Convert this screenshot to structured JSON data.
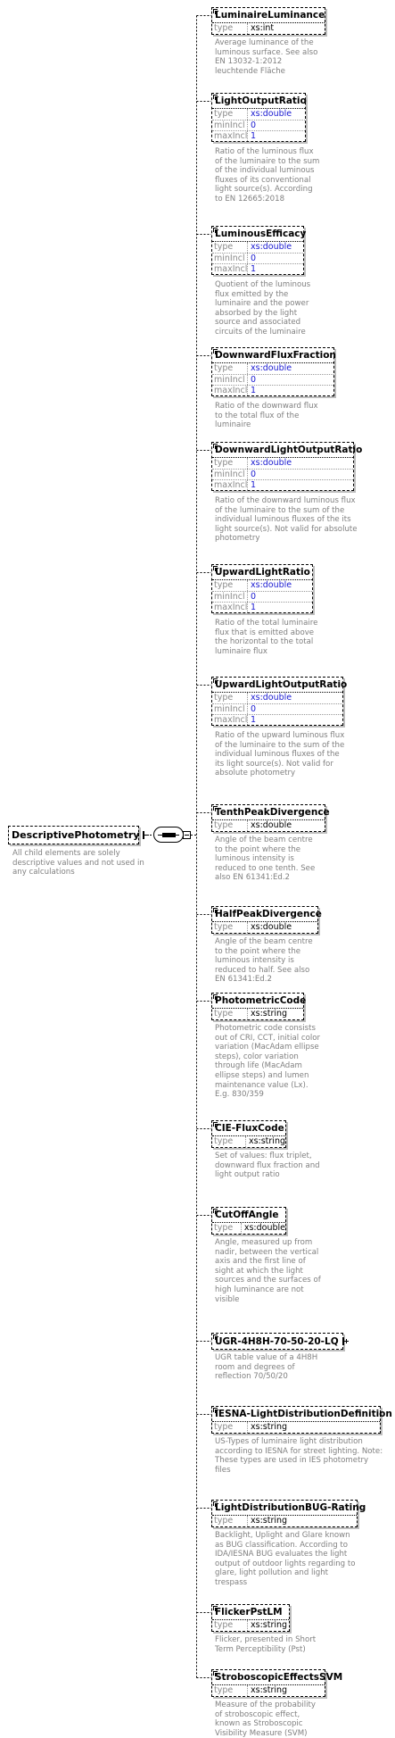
{
  "root": {
    "name": "DescriptivePhotometry",
    "description": "All child elements are solely descriptive values and not used in any calculations"
  },
  "prop_labels": {
    "type": "type",
    "min": "minIncl",
    "max": "maxIncl"
  },
  "elements": [
    {
      "name": "LuminaireLuminance",
      "props": [
        [
          "type",
          "xs:int"
        ]
      ],
      "blue": false,
      "expander": null,
      "description": "Average luminance of the luminous surface. See also EN 13032-1:2012 leuchtende Fläche"
    },
    {
      "name": "LightOutputRatio",
      "props": [
        [
          "type",
          "xs:double"
        ],
        [
          "min",
          "0"
        ],
        [
          "max",
          "1"
        ]
      ],
      "blue": true,
      "expander": null,
      "description": "Ratio of the luminous flux of the luminaire to the sum of the individual luminous fluxes of its conventional light source(s). According to EN 12665:2018"
    },
    {
      "name": "LuminousEfficacy",
      "props": [
        [
          "type",
          "xs:double"
        ],
        [
          "min",
          "0"
        ],
        [
          "max",
          "1"
        ]
      ],
      "blue": true,
      "expander": null,
      "description": "Quotient of the luminous flux emitted by the luminaire and the power absorbed by the light source and associated circuits of the luminaire"
    },
    {
      "name": "DownwardFluxFraction",
      "props": [
        [
          "type",
          "xs:double"
        ],
        [
          "min",
          "0"
        ],
        [
          "max",
          "1"
        ]
      ],
      "blue": true,
      "expander": null,
      "description": "Ratio of the downward flux to the total flux of the luminaire"
    },
    {
      "name": "DownwardLightOutputRatio",
      "props": [
        [
          "type",
          "xs:double"
        ],
        [
          "min",
          "0"
        ],
        [
          "max",
          "1"
        ]
      ],
      "blue": true,
      "expander": null,
      "description": "Ratio of the downward luminous flux of the luminaire to the sum of the individual luminous fluxes of the its light source(s). Not valid for absolute photometry"
    },
    {
      "name": "UpwardLightRatio",
      "props": [
        [
          "type",
          "xs:double"
        ],
        [
          "min",
          "0"
        ],
        [
          "max",
          "1"
        ]
      ],
      "blue": true,
      "expander": null,
      "description": "Ratio of the total luminaire flux that is emitted above the horizontal to the total luminaire flux"
    },
    {
      "name": "UpwardLightOutputRatio",
      "props": [
        [
          "type",
          "xs:double"
        ],
        [
          "min",
          "0"
        ],
        [
          "max",
          "1"
        ]
      ],
      "blue": true,
      "expander": null,
      "description": "Ratio of the upward luminous flux of the luminaire to the sum of the individual luminous fluxes of the its light source(s). Not valid for absolute photometry"
    },
    {
      "name": "TenthPeakDivergence",
      "props": [
        [
          "type",
          "xs:double"
        ]
      ],
      "blue": false,
      "expander": null,
      "description": "Angle of the beam centre to the point where the luminous intensity is reduced to one tenth. See also EN 61341:Ed.2"
    },
    {
      "name": "HalfPeakDivergence",
      "props": [
        [
          "type",
          "xs:double"
        ]
      ],
      "blue": false,
      "expander": null,
      "description": "Angle of the beam centre to the point where the luminous intensity is reduced to half. See also EN 61341:Ed.2"
    },
    {
      "name": "PhotometricCode",
      "props": [
        [
          "type",
          "xs:string"
        ]
      ],
      "blue": false,
      "expander": null,
      "description": "Photometric code consists out of CRI, CCT, initial color variation (MacAdam ellipse steps), color variation through life (MacAdam ellipse steps) and lumen maintenance value (Lx). E.g. 830/359"
    },
    {
      "name": "CIE-FluxCode",
      "props": [
        [
          "type",
          "xs:string"
        ]
      ],
      "blue": false,
      "expander": null,
      "description": "Set of values: flux triplet, downward flux fraction and light output ratio"
    },
    {
      "name": "CutOffAngle",
      "props": [
        [
          "type",
          "xs:double"
        ]
      ],
      "blue": false,
      "expander": null,
      "description": "Angle, measured up from nadir, between the vertical axis and the first line of sight at which the light sources and the surfaces of high luminance are not visible"
    },
    {
      "name": "UGR-4H8H-70-50-20-LQ",
      "props": [],
      "blue": false,
      "expander": "plus",
      "description": "UGR table value of a 4H8H room and degrees of reflection 70/50/20"
    },
    {
      "name": "IESNA-LightDistributionDefinition",
      "props": [
        [
          "type",
          "xs:string"
        ]
      ],
      "blue": false,
      "expander": null,
      "description": "US-Types of luminaire light distribution according to IESNA for street lighting. Note: These types are used in IES photometry files"
    },
    {
      "name": "LightDistributionBUG-Rating",
      "props": [
        [
          "type",
          "xs:string"
        ]
      ],
      "blue": false,
      "expander": null,
      "description": "Backlight, Uplight and Glare known as BUG classification. According to IDA/IESNA BUG evaluates the light output of outdoor lights regarding to glare, light pollution and light trespass"
    },
    {
      "name": "FlickerPstLM",
      "props": [
        [
          "type",
          "xs:string"
        ]
      ],
      "blue": false,
      "expander": null,
      "description": "Flicker, presented in Short Term Perceptibility (Pst)"
    },
    {
      "name": "StroboscopicEffectsSVM",
      "props": [
        [
          "type",
          "xs:string"
        ]
      ],
      "blue": false,
      "expander": null,
      "description": "Measure of the probability of stroboscopic effect, known as Stroboscopic Visibility Measure (SVM)"
    }
  ]
}
